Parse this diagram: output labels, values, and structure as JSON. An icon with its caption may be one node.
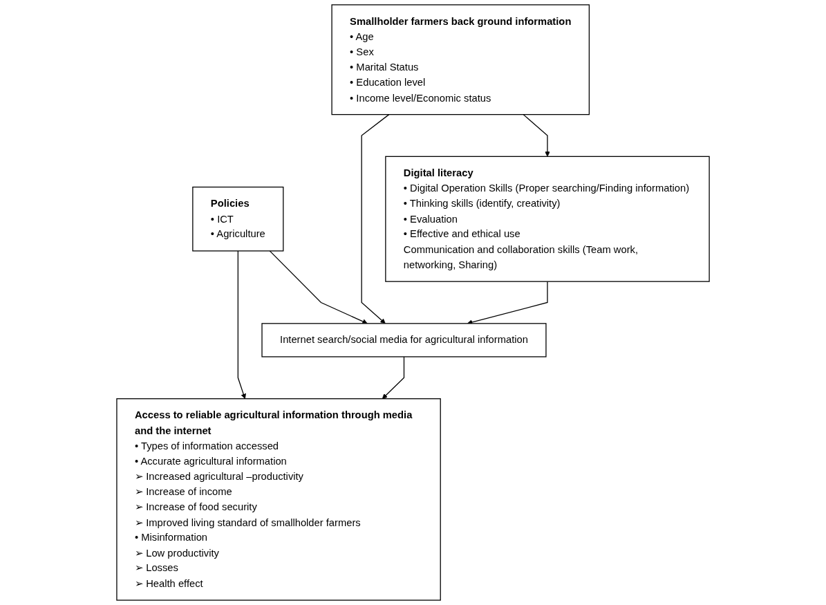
{
  "diagram": {
    "nodes": [
      {
        "text": [
          "Smallholder farmers back ground information",
          "• Age",
          "• Sex",
          "• Marital Status",
          "• Education level",
          "• Income level/Economic status"
        ]
      },
      {
        "text": [
          "Policies",
          "• ICT",
          "• Agriculture"
        ]
      },
      {
        "text": [
          "Access to reliable agricultural information through media and the internet",
          "• Types of information accessed",
          "• Accurate agricultural information",
          "➢ Increased agricultural –productivity",
          "➢ Increase of income",
          "➢ Increase of food security",
          "➢ Improved living standard of smallholder farmers",
          "• Misinformation",
          "➢ Low productivity",
          "➢ Losses",
          "➢ Health effect"
        ]
      },
      {
        "text": [
          "Internet search/social media for agricultural information"
        ]
      },
      {
        "text": [
          "Digital literacy",
          "• Digital Operation Skills (Proper searching/Finding information)",
          "• Thinking skills (identify, creativity)",
          "• Evaluation",
          "• Effective and ethical use",
          "Communication and collaboration skills (Team work, networking, Sharing)"
        ]
      }
    ],
    "edges": [
      {
        "from": 1,
        "to": 2,
        "arrow": "to"
      },
      {
        "from": 0,
        "to": 3,
        "arrow": "to"
      },
      {
        "from": 1,
        "to": 3,
        "arrow": "to"
      },
      {
        "from": 0,
        "to": 4,
        "arrow": "to"
      },
      {
        "from": 3,
        "to": 2,
        "arrow": "to"
      },
      {
        "from": 4,
        "to": 3,
        "arrow": "to"
      }
    ]
  }
}
